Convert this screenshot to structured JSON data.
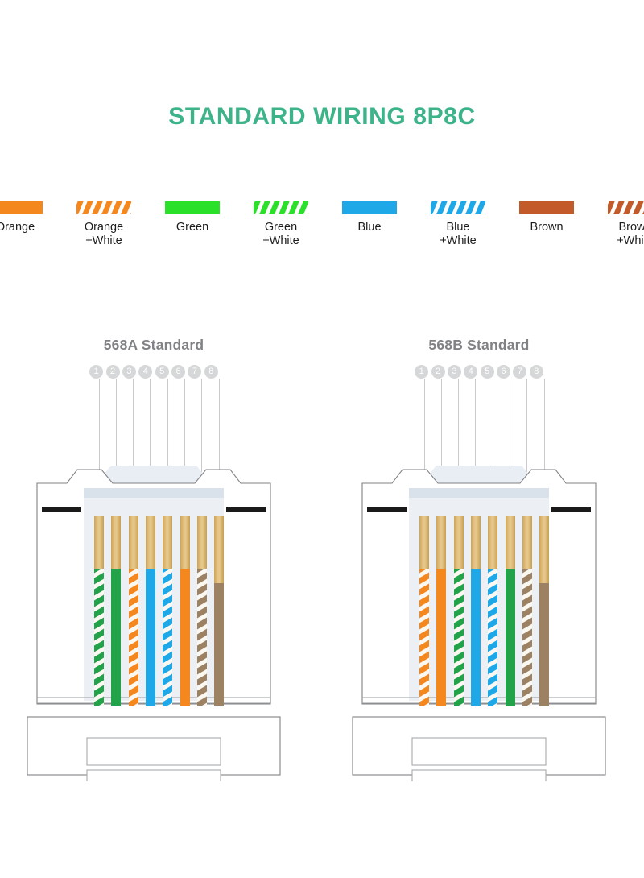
{
  "title": "STANDARD WIRING 8P8C",
  "theme": {
    "title_color": "#3db389",
    "panel_title_color": "#808285",
    "pin_badge_bg": "#d6d7d8",
    "leader_color": "#c9cacb",
    "body_fill": "#ffffff",
    "body_stroke": "#808285",
    "window_fill": "#dde4ec",
    "latch_fill": "#e8eef4",
    "clip_black": "#1a1a1a",
    "pin_gold": "#d6ac5e"
  },
  "legend": {
    "items": [
      {
        "name": "Orange",
        "label": "Orange",
        "color": "#f5871f",
        "pattern": "solid"
      },
      {
        "name": "Orange+White",
        "label": "Orange\n+White",
        "color": "#f5871f",
        "pattern": "striped"
      },
      {
        "name": "Green",
        "label": "Green",
        "color": "#2be028",
        "pattern": "solid"
      },
      {
        "name": "Green+White",
        "label": "Green\n+White",
        "color": "#2be028",
        "pattern": "striped"
      },
      {
        "name": "Blue",
        "label": "Blue",
        "color": "#1fa8e8",
        "pattern": "solid"
      },
      {
        "name": "Blue+White",
        "label": "Blue\n+White",
        "color": "#1fa8e8",
        "pattern": "striped"
      },
      {
        "name": "Brown",
        "label": "Brown",
        "color": "#c25a2a",
        "pattern": "solid"
      },
      {
        "name": "Brown+White",
        "label": "Brown\n+White",
        "color": "#c25a2a",
        "pattern": "striped"
      }
    ]
  },
  "pin_numbers": [
    "1",
    "2",
    "3",
    "4",
    "5",
    "6",
    "7",
    "8"
  ],
  "standards": [
    {
      "id": "568A",
      "title": "568A Standard",
      "wires": [
        {
          "pin": "1",
          "color_name": "Green+White",
          "color": "#22a34a",
          "pattern": "striped"
        },
        {
          "pin": "2",
          "color_name": "Green",
          "color": "#22a34a",
          "pattern": "solid"
        },
        {
          "pin": "3",
          "color_name": "Orange+White",
          "color": "#f5871f",
          "pattern": "striped"
        },
        {
          "pin": "4",
          "color_name": "Blue",
          "color": "#1fa8e8",
          "pattern": "solid"
        },
        {
          "pin": "5",
          "color_name": "Blue+White",
          "color": "#1fa8e8",
          "pattern": "striped"
        },
        {
          "pin": "6",
          "color_name": "Orange",
          "color": "#f5871f",
          "pattern": "solid"
        },
        {
          "pin": "7",
          "color_name": "Brown+White",
          "color": "#9c8162",
          "pattern": "striped"
        },
        {
          "pin": "8",
          "color_name": "Brown",
          "color": "#9c8162",
          "pattern": "solid"
        }
      ]
    },
    {
      "id": "568B",
      "title": "568B Standard",
      "wires": [
        {
          "pin": "1",
          "color_name": "Orange+White",
          "color": "#f5871f",
          "pattern": "striped"
        },
        {
          "pin": "2",
          "color_name": "Orange",
          "color": "#f5871f",
          "pattern": "solid"
        },
        {
          "pin": "3",
          "color_name": "Green+White",
          "color": "#22a34a",
          "pattern": "striped"
        },
        {
          "pin": "4",
          "color_name": "Blue",
          "color": "#1fa8e8",
          "pattern": "solid"
        },
        {
          "pin": "5",
          "color_name": "Blue+White",
          "color": "#1fa8e8",
          "pattern": "striped"
        },
        {
          "pin": "6",
          "color_name": "Green",
          "color": "#22a34a",
          "pattern": "solid"
        },
        {
          "pin": "7",
          "color_name": "Brown+White",
          "color": "#9c8162",
          "pattern": "striped"
        },
        {
          "pin": "8",
          "color_name": "Brown",
          "color": "#9c8162",
          "pattern": "solid"
        }
      ]
    }
  ]
}
